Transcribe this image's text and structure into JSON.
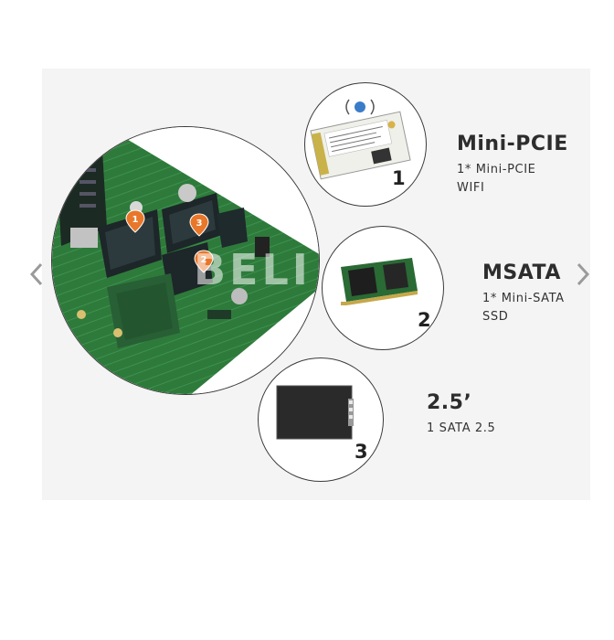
{
  "watermark": "BELI",
  "items": [
    {
      "number": "1",
      "title": "Mini-PCIE",
      "desc": [
        "1* Mini-PCIE",
        "WIFI"
      ]
    },
    {
      "number": "2",
      "title": "MSATA",
      "desc": [
        "1* Mini-SATA",
        "SSD"
      ]
    },
    {
      "number": "3",
      "title": "2.5’",
      "desc": [
        "1 SATA 2.5"
      ]
    }
  ],
  "markers": [
    "1",
    "3",
    "2"
  ],
  "colors": {
    "pcb": "#2f7a3c",
    "marker": "#e8772a",
    "panel": "#f4f4f4"
  },
  "icons": {
    "prev": "chevron-left-icon",
    "next": "chevron-right-icon"
  }
}
